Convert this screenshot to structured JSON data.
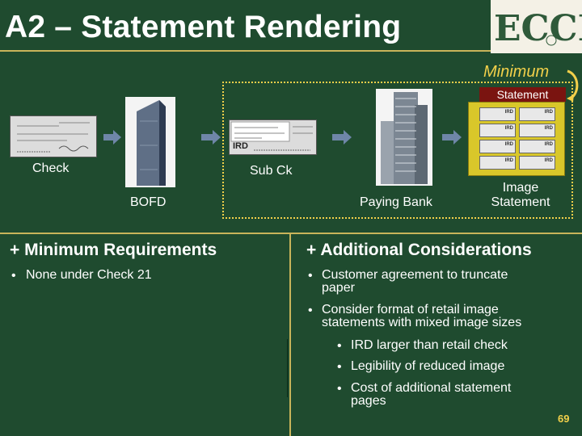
{
  "title": "A2 – Statement Rendering",
  "logo": {
    "text": "ECCHO"
  },
  "diagram": {
    "minimum_label": "Minimum",
    "statement_tab": "Statement",
    "check_label": "Check",
    "sub_ck_label": "Sub Ck",
    "bofd_label": "BOFD",
    "paying_bank_label": "Paying Bank",
    "image_statement_label_1": "Image",
    "image_statement_label_2": "Statement",
    "ird_text": "IRD",
    "mini_check_text": "IRD"
  },
  "left_panel": {
    "heading": "+ Minimum Requirements",
    "bullets": [
      "None under Check 21"
    ]
  },
  "right_panel": {
    "heading": "+ Additional Considerations",
    "bullets": [
      [
        "Customer agreement to truncate",
        "paper"
      ],
      [
        "Consider format of retail image",
        "statements with mixed image sizes"
      ]
    ],
    "sub_bullets": [
      [
        "IRD larger than retail check"
      ],
      [
        "Legibility of reduced image"
      ],
      [
        "Cost of additional statement",
        "pages"
      ]
    ]
  },
  "page_number": "69",
  "colors": {
    "background": "#1f4b2f",
    "accent": "#f2d04a",
    "rule": "#c9b45a"
  }
}
